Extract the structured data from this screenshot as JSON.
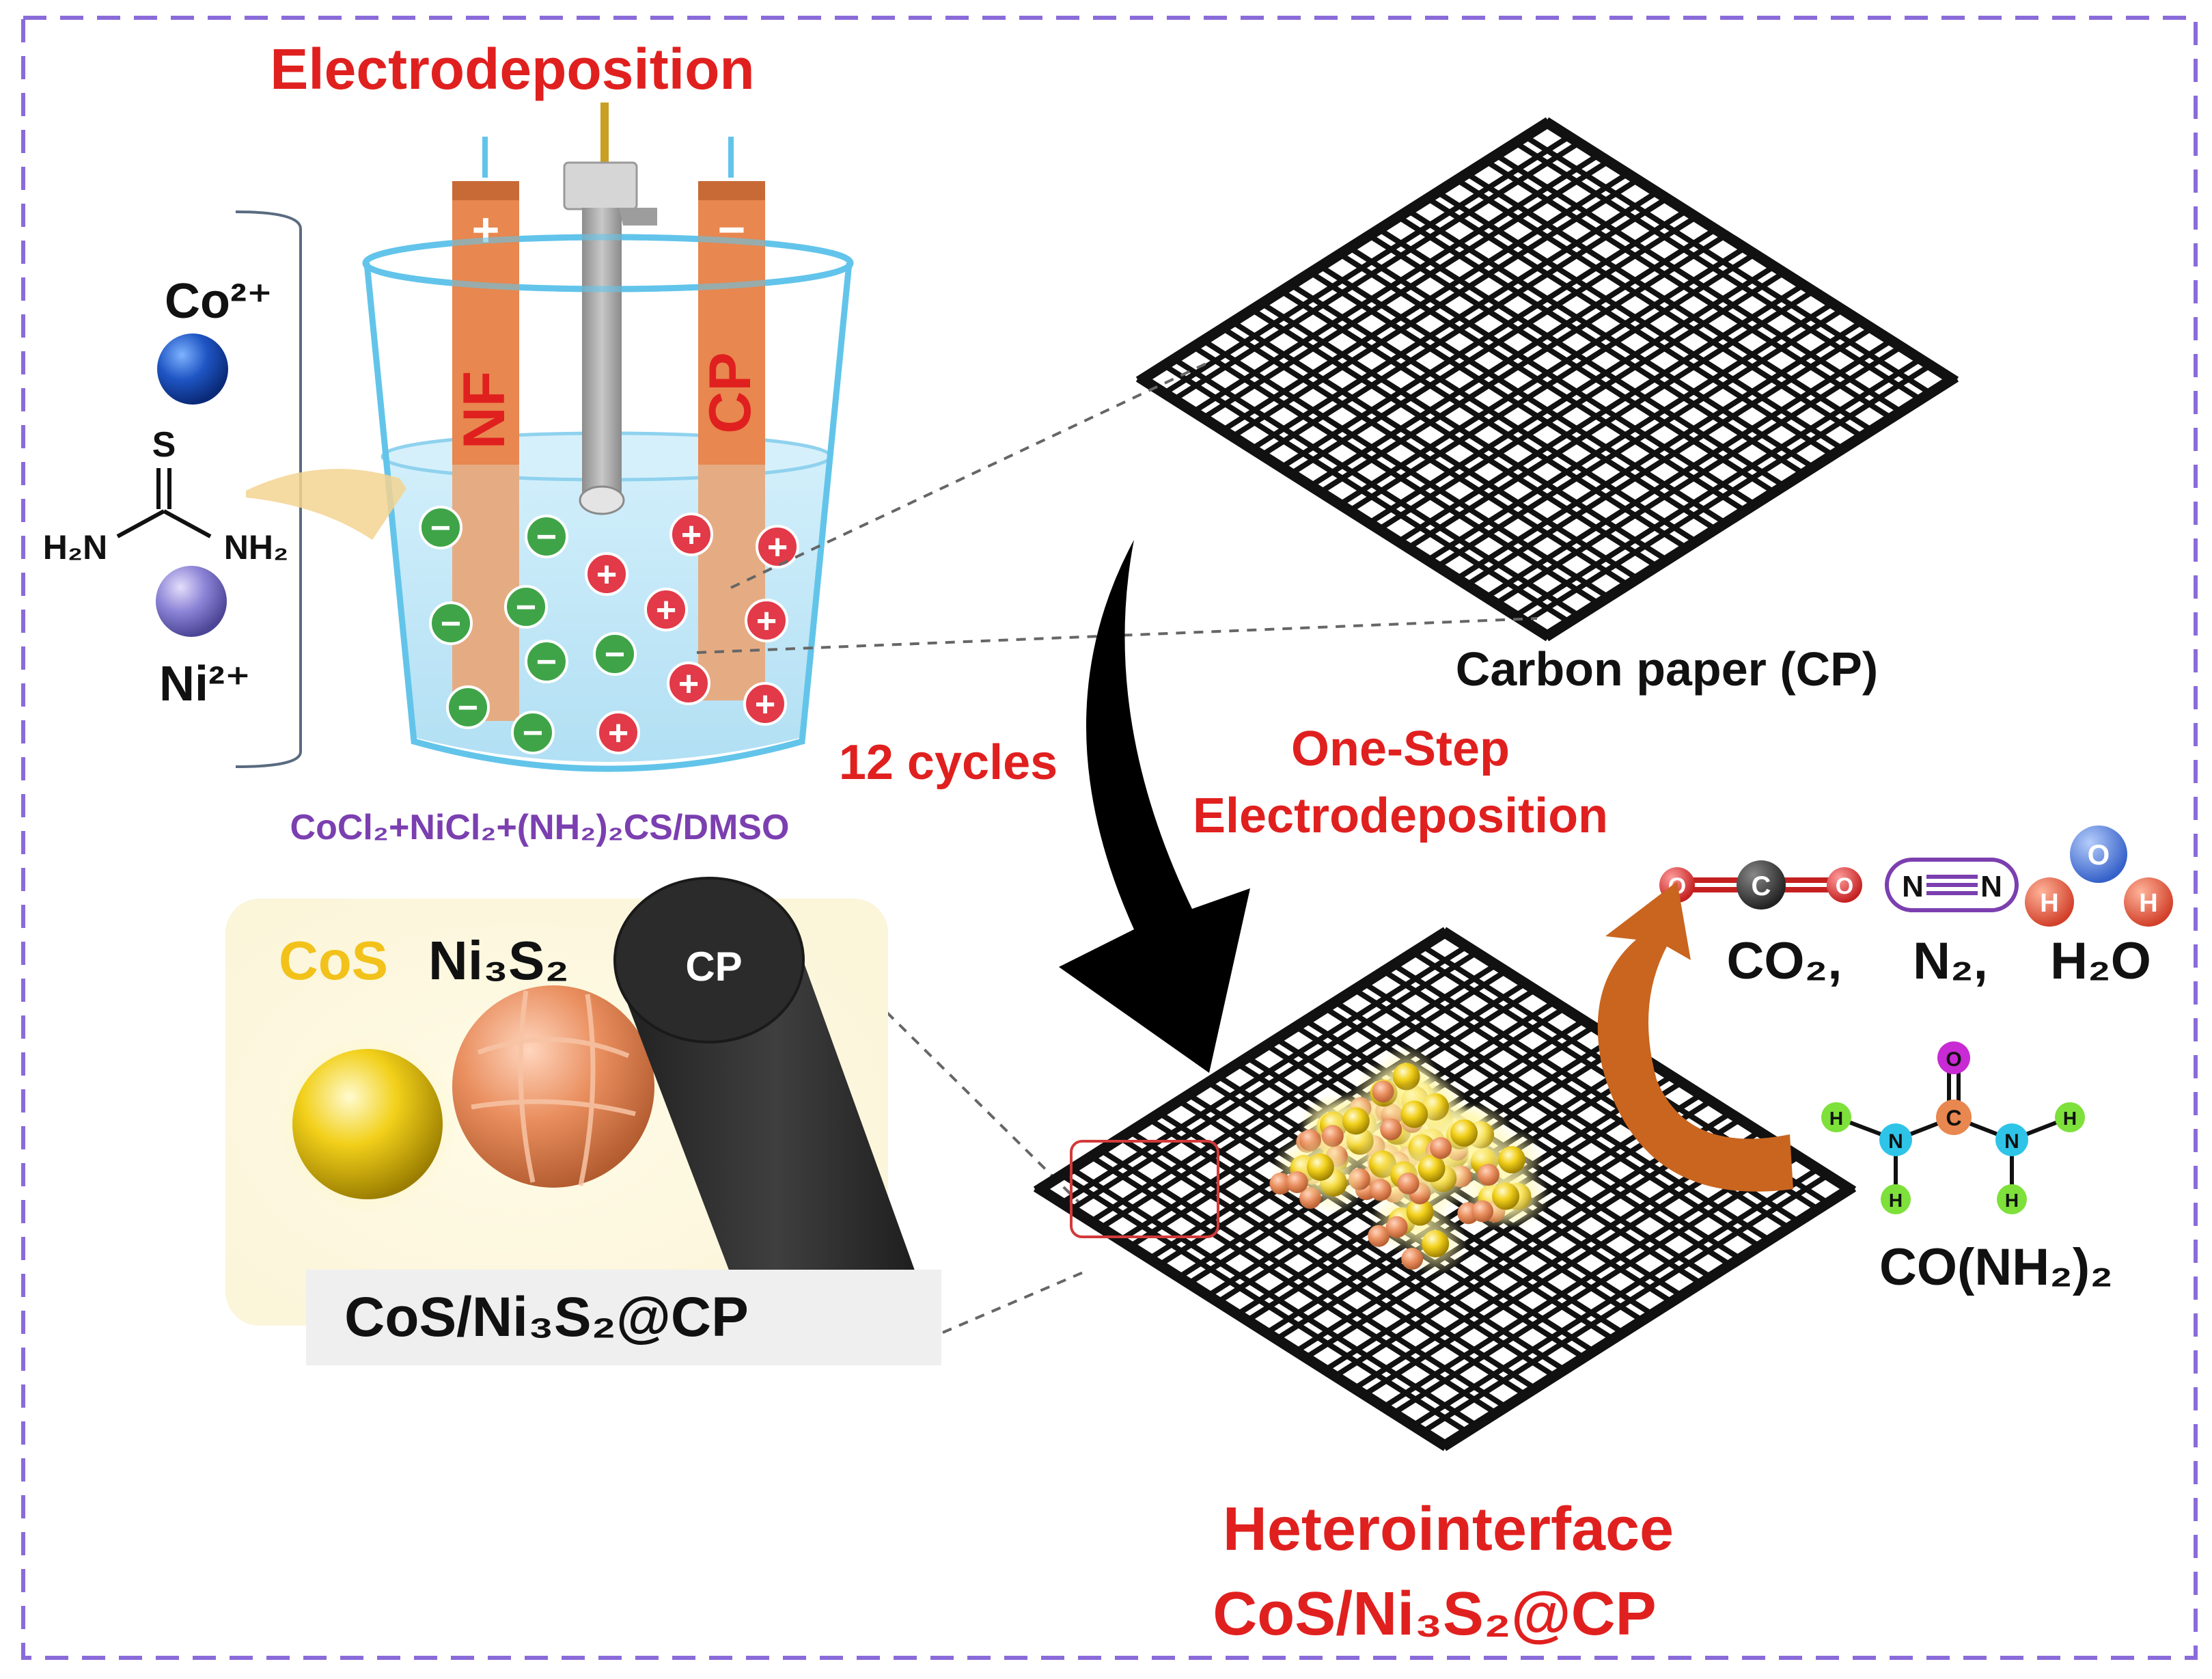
{
  "colors": {
    "frame": "#8a6bd9",
    "red_text": "#e0201f",
    "purple_text": "#7b3fb0",
    "electrode": "#e8874f",
    "beaker_outline": "#63c4ea",
    "solution": "#bfe6f6",
    "cation": "#e23a48",
    "anion": "#3fa447",
    "co_ion": "#1f56c4",
    "ni_ion": "#8c84d6",
    "cos": "#f2d01a",
    "ni3s2": "#e98e5e",
    "cp_rod": "#2b2b2b",
    "arrow_orange": "#c9651f",
    "mesh": "#111111"
  },
  "electrodeposition": {
    "title": "Electrodeposition",
    "anode_sign": "+",
    "cathode_sign": "−",
    "anode_label": "NF",
    "cathode_label": "CP",
    "solution_formula": "CoCl₂+NiCl₂+(NH₂)₂CS/DMSO"
  },
  "reagents": {
    "co_ion": "Co²⁺",
    "thiourea_s": "S",
    "thiourea_left": "H₂N",
    "thiourea_right": "NH₂",
    "ni_ion": "Ni²⁺"
  },
  "ion_marks": {
    "plus": "+",
    "minus": "−"
  },
  "carbon_paper_label": "Carbon paper (CP)",
  "process": {
    "cycles": "12 cycles",
    "step_line1": "One-Step",
    "step_line2": "Electrodeposition"
  },
  "inset": {
    "cos_label": "CoS",
    "ni3s2_label": "Ni₃S₂",
    "cp_label": "CP",
    "composite_label": "CoS/Ni₃S₂@CP"
  },
  "products": {
    "co2_atoms": [
      "O",
      "C",
      "O"
    ],
    "n2_atoms": [
      "N",
      "N"
    ],
    "h2o_atoms": [
      "H",
      "O",
      "H"
    ],
    "co2": "CO₂,",
    "n2": "N₂,",
    "h2o": "H₂O",
    "urea_atoms": {
      "o": "O",
      "c": "C",
      "n": "N",
      "h": "H"
    },
    "urea": "CO(NH₂)₂"
  },
  "heterointerface": {
    "line1": "Heterointerface",
    "line2": "CoS/Ni₃S₂@CP"
  }
}
